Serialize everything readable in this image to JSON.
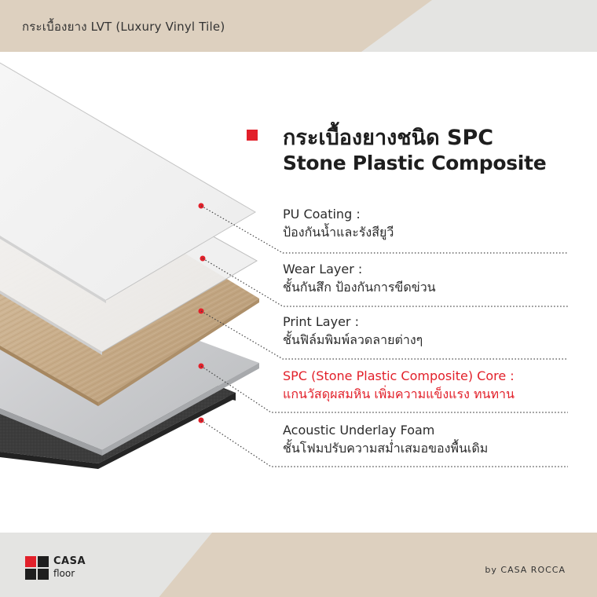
{
  "header": {
    "title": "กระเบื้องยาง LVT (Luxury Vinyl Tile)"
  },
  "heading": {
    "line1": "กระเบื้องยางชนิด SPC",
    "line2": "Stone Plastic Composite",
    "marker_color": "#e2202a"
  },
  "layers": [
    {
      "name": "PU Coating :",
      "description": "ป้องกันน้ำและรังสียูวี",
      "highlight": false
    },
    {
      "name": "Wear Layer :",
      "description": "ชั้นกันสึก ป้องกันการขีดข่วน",
      "highlight": false
    },
    {
      "name": "Print Layer :",
      "description": "ชั้นฟิล์มพิมพ์ลวดลายต่างๆ",
      "highlight": false
    },
    {
      "name": "SPC (Stone Plastic Composite) Core :",
      "description": "แกนวัสดุผสมหิน เพิ่มความแข็งแรง ทนทาน",
      "highlight": true
    },
    {
      "name": "Acoustic Underlay Foam",
      "description": "ชั้นโฟมปรับความสม่ำเสมอของพื้นเดิม",
      "highlight": false
    }
  ],
  "footer": {
    "logo_line1": "CASA",
    "logo_line2": "floor",
    "byline": "by CASA ROCCA"
  },
  "colors": {
    "accent_red": "#e2202a",
    "beige_band": "#ddd0bf",
    "foam": "#3a3a3a",
    "wood": "#c7ad8c",
    "spc_core": "#c9cacc"
  },
  "icons": [
    "layer-pointer-dot",
    "casa-floor-logo"
  ]
}
